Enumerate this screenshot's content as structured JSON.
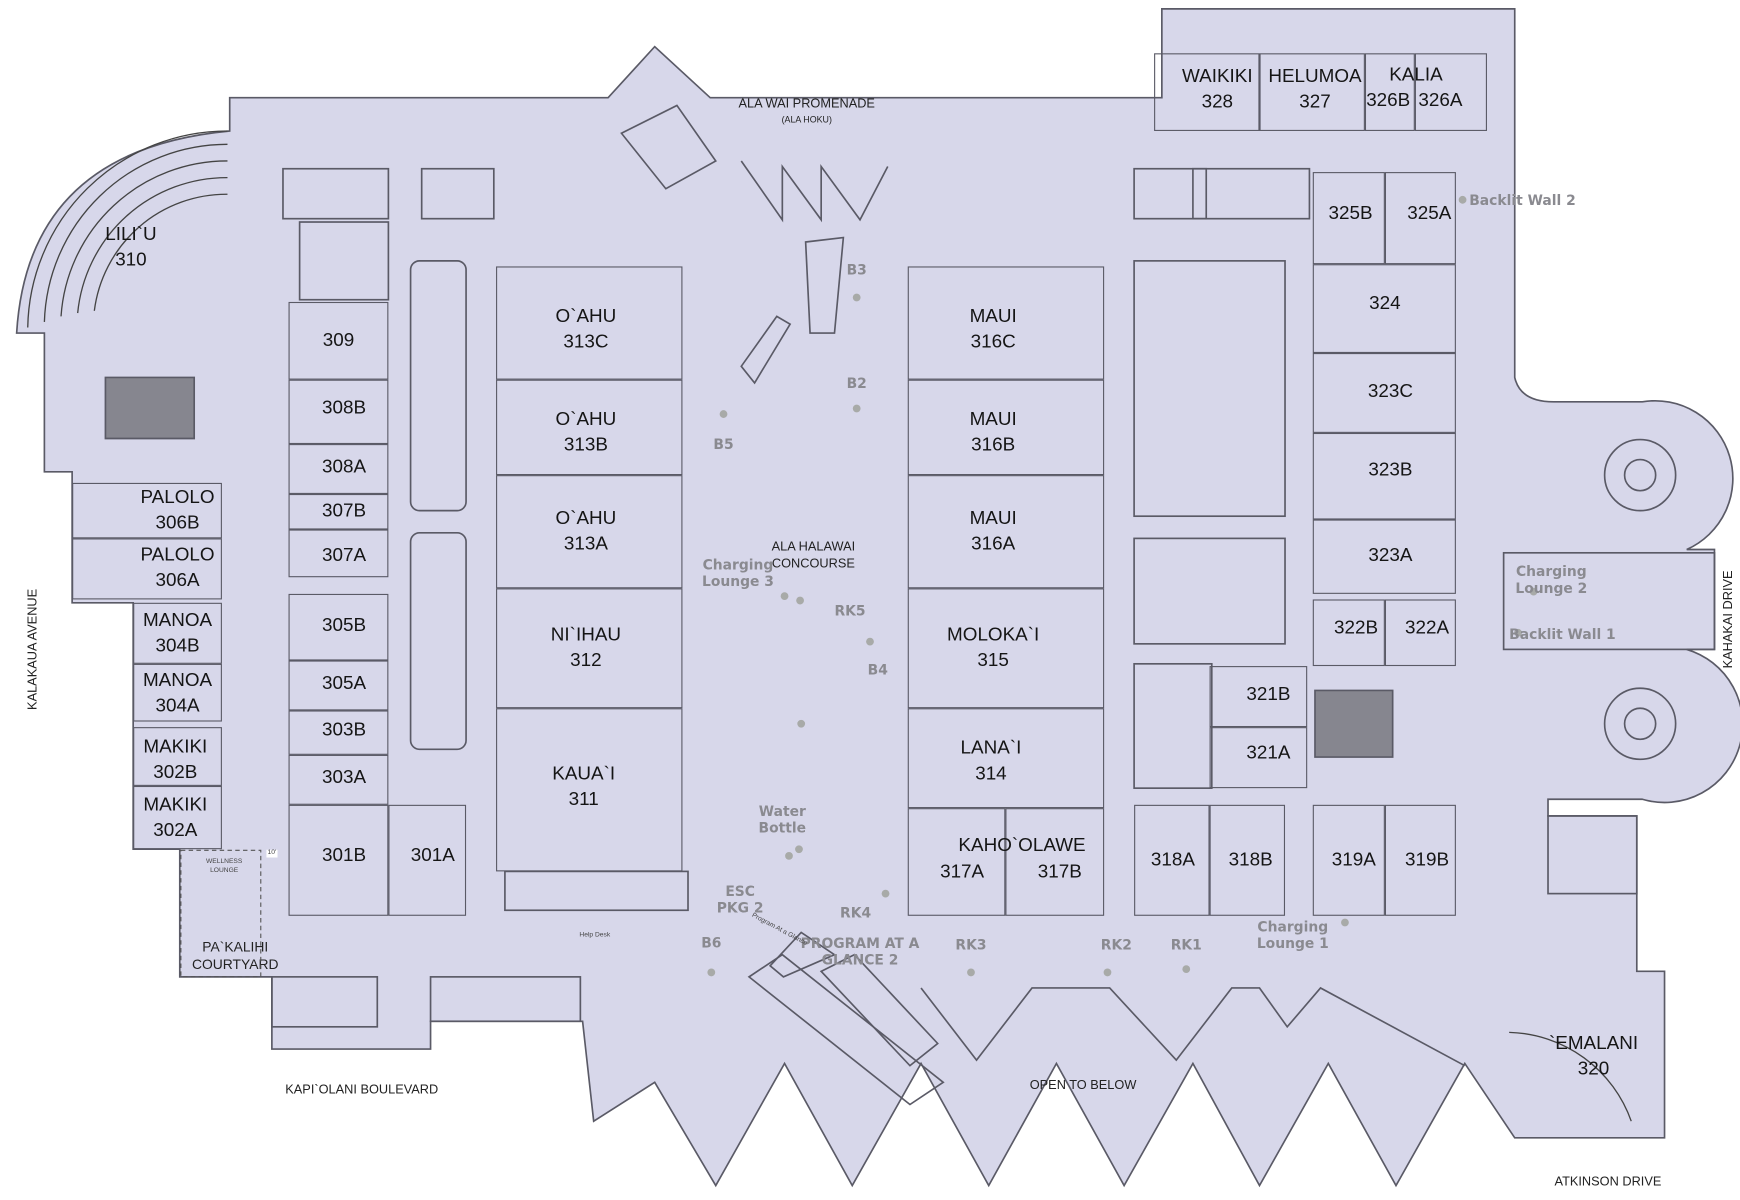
{
  "colors": {
    "floor": "#d7d7ea",
    "wall": "#5a5a66",
    "label": "#151515",
    "marker": "#8a8a90"
  },
  "areas": {
    "promenade": "ALA WAI PROMENADE",
    "promenade_sub": "(ALA HOKU)",
    "concourse": [
      "ALA HALAWAI",
      "CONCOURSE"
    ],
    "open_to_below": "OPEN TO BELOW",
    "courtyard": [
      "PA`KALIHI",
      "COURTYARD"
    ],
    "wellness": [
      "WELLNESS",
      "LOUNGE"
    ],
    "help_desk": "Help Desk",
    "clearance": "10'",
    "program_sign": "Program At a Glance"
  },
  "streets": {
    "north_west": "KALAKAUA AVENUE",
    "south": "KAPI`OLANI BOULEVARD",
    "east": "KAHAKAI DRIVE",
    "south_east": "ATKINSON DRIVE"
  },
  "rooms": [
    {
      "id": "310",
      "name": "LILI`U",
      "number": "310"
    },
    {
      "id": "309",
      "name": "",
      "number": "309"
    },
    {
      "id": "308B",
      "name": "",
      "number": "308B"
    },
    {
      "id": "308A",
      "name": "",
      "number": "308A"
    },
    {
      "id": "307B",
      "name": "",
      "number": "307B"
    },
    {
      "id": "307A",
      "name": "",
      "number": "307A"
    },
    {
      "id": "306B",
      "name": "PALOLO",
      "number": "306B"
    },
    {
      "id": "306A",
      "name": "PALOLO",
      "number": "306A"
    },
    {
      "id": "305B",
      "name": "",
      "number": "305B"
    },
    {
      "id": "305A",
      "name": "",
      "number": "305A"
    },
    {
      "id": "304B",
      "name": "MANOA",
      "number": "304B"
    },
    {
      "id": "304A",
      "name": "MANOA",
      "number": "304A"
    },
    {
      "id": "303B",
      "name": "",
      "number": "303B"
    },
    {
      "id": "303A",
      "name": "",
      "number": "303A"
    },
    {
      "id": "302B",
      "name": "MAKIKI",
      "number": "302B"
    },
    {
      "id": "302A",
      "name": "MAKIKI",
      "number": "302A"
    },
    {
      "id": "301B",
      "name": "",
      "number": "301B"
    },
    {
      "id": "301A",
      "name": "",
      "number": "301A"
    },
    {
      "id": "313C",
      "name": "O`AHU",
      "number": "313C"
    },
    {
      "id": "313B",
      "name": "O`AHU",
      "number": "313B"
    },
    {
      "id": "313A",
      "name": "O`AHU",
      "number": "313A"
    },
    {
      "id": "312",
      "name": "NI`IHAU",
      "number": "312"
    },
    {
      "id": "311",
      "name": "KAUA`I",
      "number": "311"
    },
    {
      "id": "316C",
      "name": "MAUI",
      "number": "316C"
    },
    {
      "id": "316B",
      "name": "MAUI",
      "number": "316B"
    },
    {
      "id": "316A",
      "name": "MAUI",
      "number": "316A"
    },
    {
      "id": "315",
      "name": "MOLOKA`I",
      "number": "315"
    },
    {
      "id": "314",
      "name": "LANA`I",
      "number": "314"
    },
    {
      "id": "317",
      "name": "KAHO`OLAWE",
      "number": ""
    },
    {
      "id": "317A",
      "name": "",
      "number": "317A"
    },
    {
      "id": "317B",
      "name": "",
      "number": "317B"
    },
    {
      "id": "318A",
      "name": "",
      "number": "318A"
    },
    {
      "id": "318B",
      "name": "",
      "number": "318B"
    },
    {
      "id": "319A",
      "name": "",
      "number": "319A"
    },
    {
      "id": "319B",
      "name": "",
      "number": "319B"
    },
    {
      "id": "321B",
      "name": "",
      "number": "321B"
    },
    {
      "id": "321A",
      "name": "",
      "number": "321A"
    },
    {
      "id": "322B",
      "name": "",
      "number": "322B"
    },
    {
      "id": "322A",
      "name": "",
      "number": "322A"
    },
    {
      "id": "323A",
      "name": "",
      "number": "323A"
    },
    {
      "id": "323B",
      "name": "",
      "number": "323B"
    },
    {
      "id": "323C",
      "name": "",
      "number": "323C"
    },
    {
      "id": "324",
      "name": "",
      "number": "324"
    },
    {
      "id": "325B",
      "name": "",
      "number": "325B"
    },
    {
      "id": "325A",
      "name": "",
      "number": "325A"
    },
    {
      "id": "328",
      "name": "WAIKIKI",
      "number": "328"
    },
    {
      "id": "327",
      "name": "HELUMOA",
      "number": "327"
    },
    {
      "id": "326",
      "name": "KALIA",
      "number": ""
    },
    {
      "id": "326B",
      "name": "",
      "number": "326B"
    },
    {
      "id": "326A",
      "name": "",
      "number": "326A"
    },
    {
      "id": "320",
      "name": "`EMALANI",
      "number": "320"
    }
  ],
  "markers": [
    {
      "id": "B3",
      "text": "B3"
    },
    {
      "id": "B2",
      "text": "B2"
    },
    {
      "id": "B5",
      "text": "B5"
    },
    {
      "id": "B4",
      "text": "B4"
    },
    {
      "id": "B6",
      "text": "B6"
    },
    {
      "id": "RK5",
      "text": "RK5"
    },
    {
      "id": "RK4",
      "text": "RK4"
    },
    {
      "id": "RK3",
      "text": "RK3"
    },
    {
      "id": "RK2",
      "text": "RK2"
    },
    {
      "id": "RK1",
      "text": "RK1"
    },
    {
      "id": "CL3",
      "text": "Charging\nLounge 3"
    },
    {
      "id": "CL2",
      "text": "Charging\nLounge 2"
    },
    {
      "id": "CL1",
      "text": "Charging\nLounge 1"
    },
    {
      "id": "BW2",
      "text": "Backlit Wall 2"
    },
    {
      "id": "BW1",
      "text": "Backlit Wall 1"
    },
    {
      "id": "WB",
      "text": "Water\nBottle"
    },
    {
      "id": "ESC",
      "text": "ESC\nPKG 2"
    },
    {
      "id": "PAG",
      "text": "PROGRAM AT A\nGLANCE 2"
    }
  ]
}
